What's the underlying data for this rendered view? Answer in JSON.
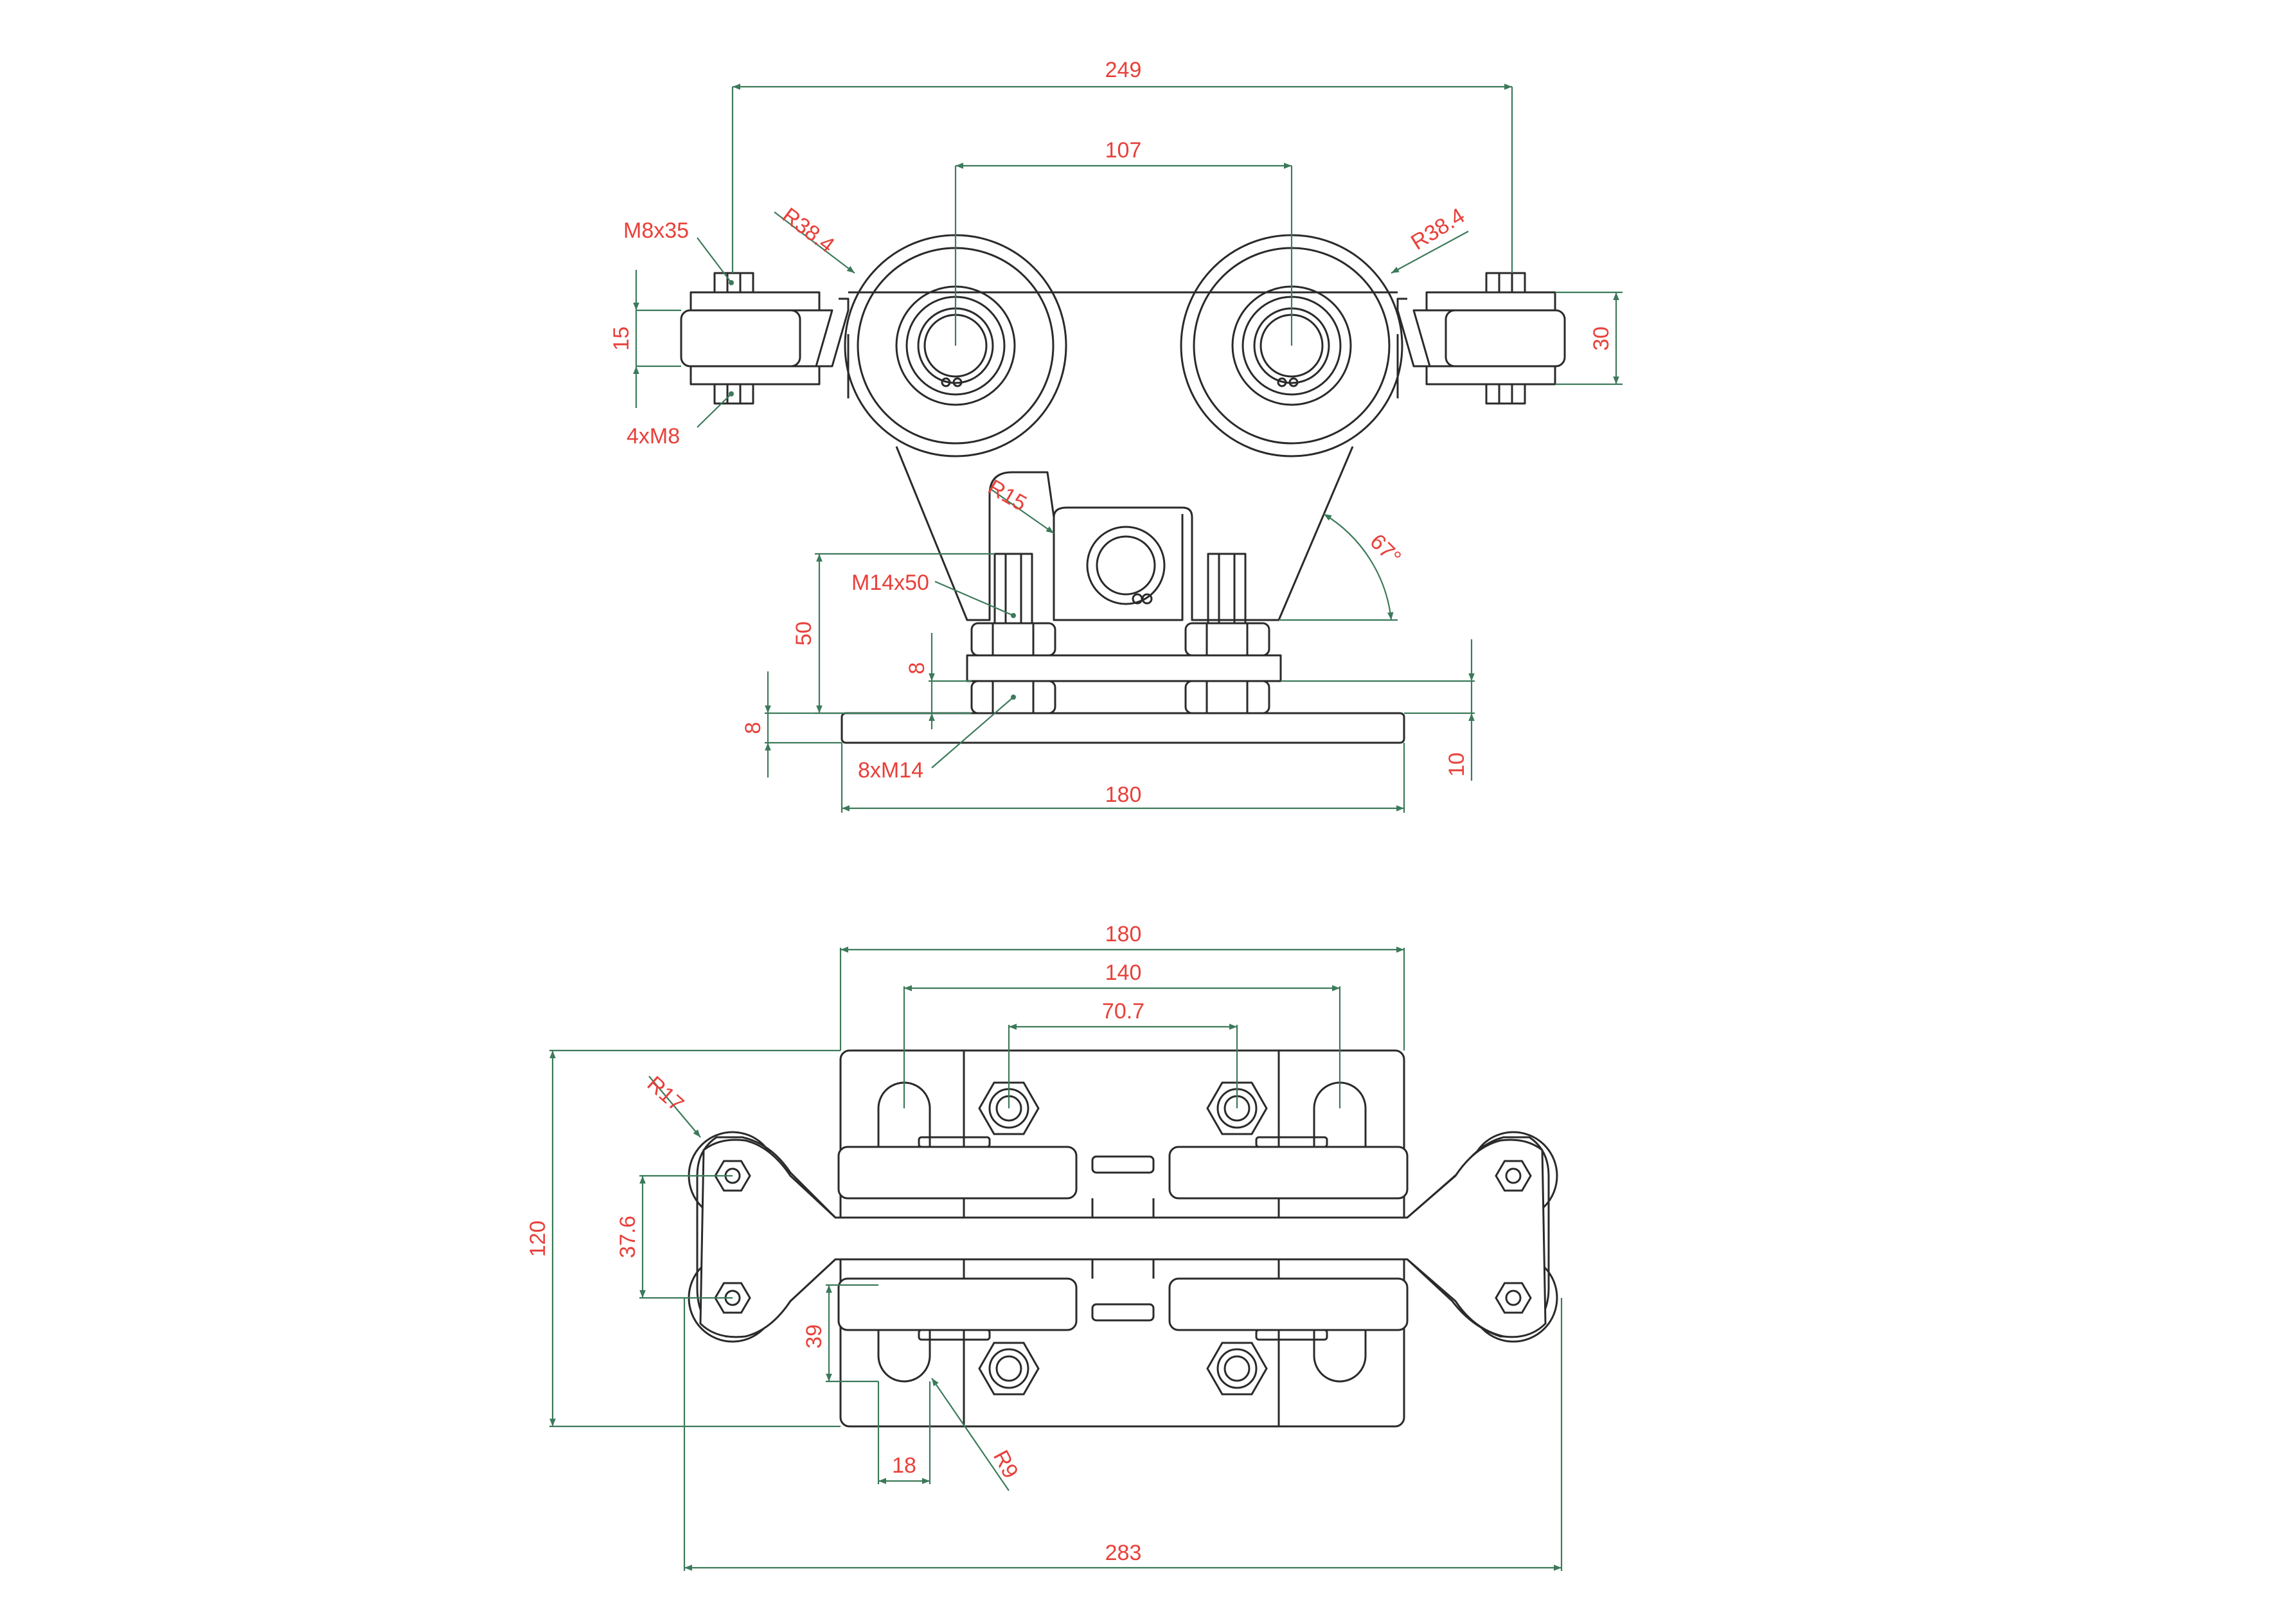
{
  "colors": {
    "object_line": "#2a2a2a",
    "dimension_line": "#3c7a5a",
    "dimension_text": "#e8403a",
    "background": "#ffffff"
  },
  "front_view": {
    "dims": {
      "overall_width": "249",
      "wheel_spacing": "107",
      "wheel_radius_left": "R38.4",
      "wheel_radius_right": "R38.4",
      "bolt_top": "M8x35",
      "bolt_count": "4xM8",
      "side_roller_height": "15",
      "side_roller_width": "30",
      "lug_radius": "R15",
      "angle": "67°",
      "stud": "M14x50",
      "stud_height": "50",
      "plate_gap": "8",
      "nut_height": "8",
      "base_thickness": "10",
      "nuts": "8xM14",
      "base_width": "180"
    }
  },
  "top_view": {
    "dims": {
      "plate_width": "180",
      "slot_spacing": "140",
      "stud_spacing": "70.7",
      "side_radius": "R17",
      "overall_depth": "120",
      "bolt_spacing": "37.6",
      "slot_length": "39",
      "slot_width": "18",
      "slot_radius": "R9",
      "overall_length": "283"
    }
  }
}
